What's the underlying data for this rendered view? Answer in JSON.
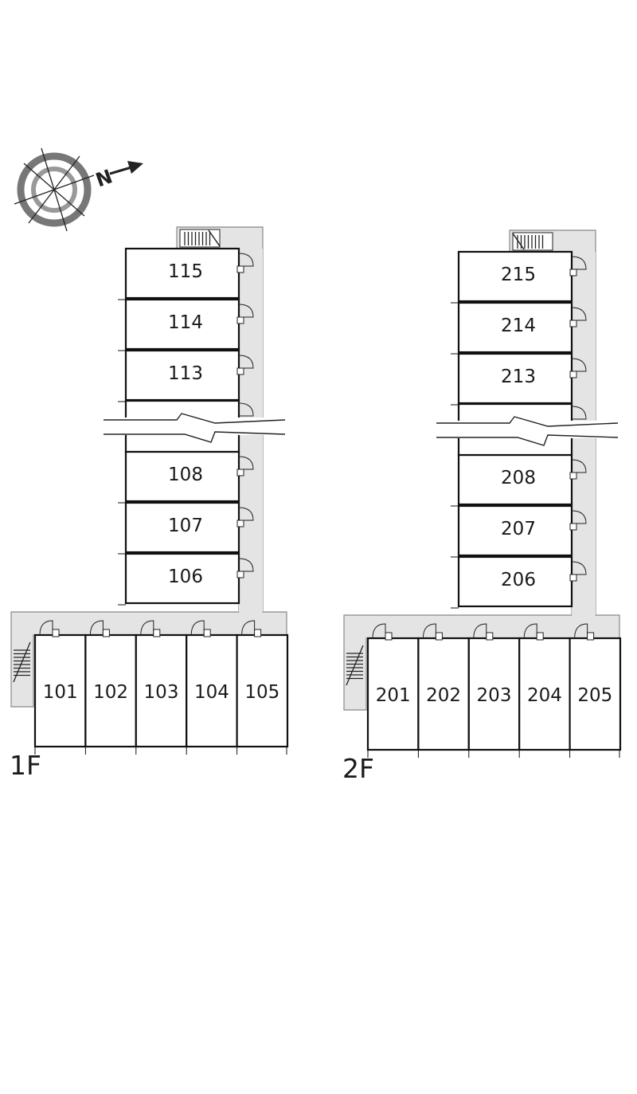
{
  "compass": {
    "north_label": "N",
    "icon": "compass-rose-icon"
  },
  "floors": [
    {
      "id": "1f",
      "label": "1F",
      "upper_units": [
        "115",
        "114",
        "113",
        "108",
        "107",
        "106"
      ],
      "lower_units": [
        "101",
        "102",
        "103",
        "104",
        "105"
      ]
    },
    {
      "id": "2f",
      "label": "2F",
      "upper_units": [
        "215",
        "214",
        "213",
        "208",
        "207",
        "206"
      ],
      "lower_units": [
        "201",
        "202",
        "203",
        "204",
        "205"
      ]
    }
  ],
  "colors": {
    "corridor": "#e4e4e4",
    "wall": "#111111",
    "background": "#ffffff"
  }
}
